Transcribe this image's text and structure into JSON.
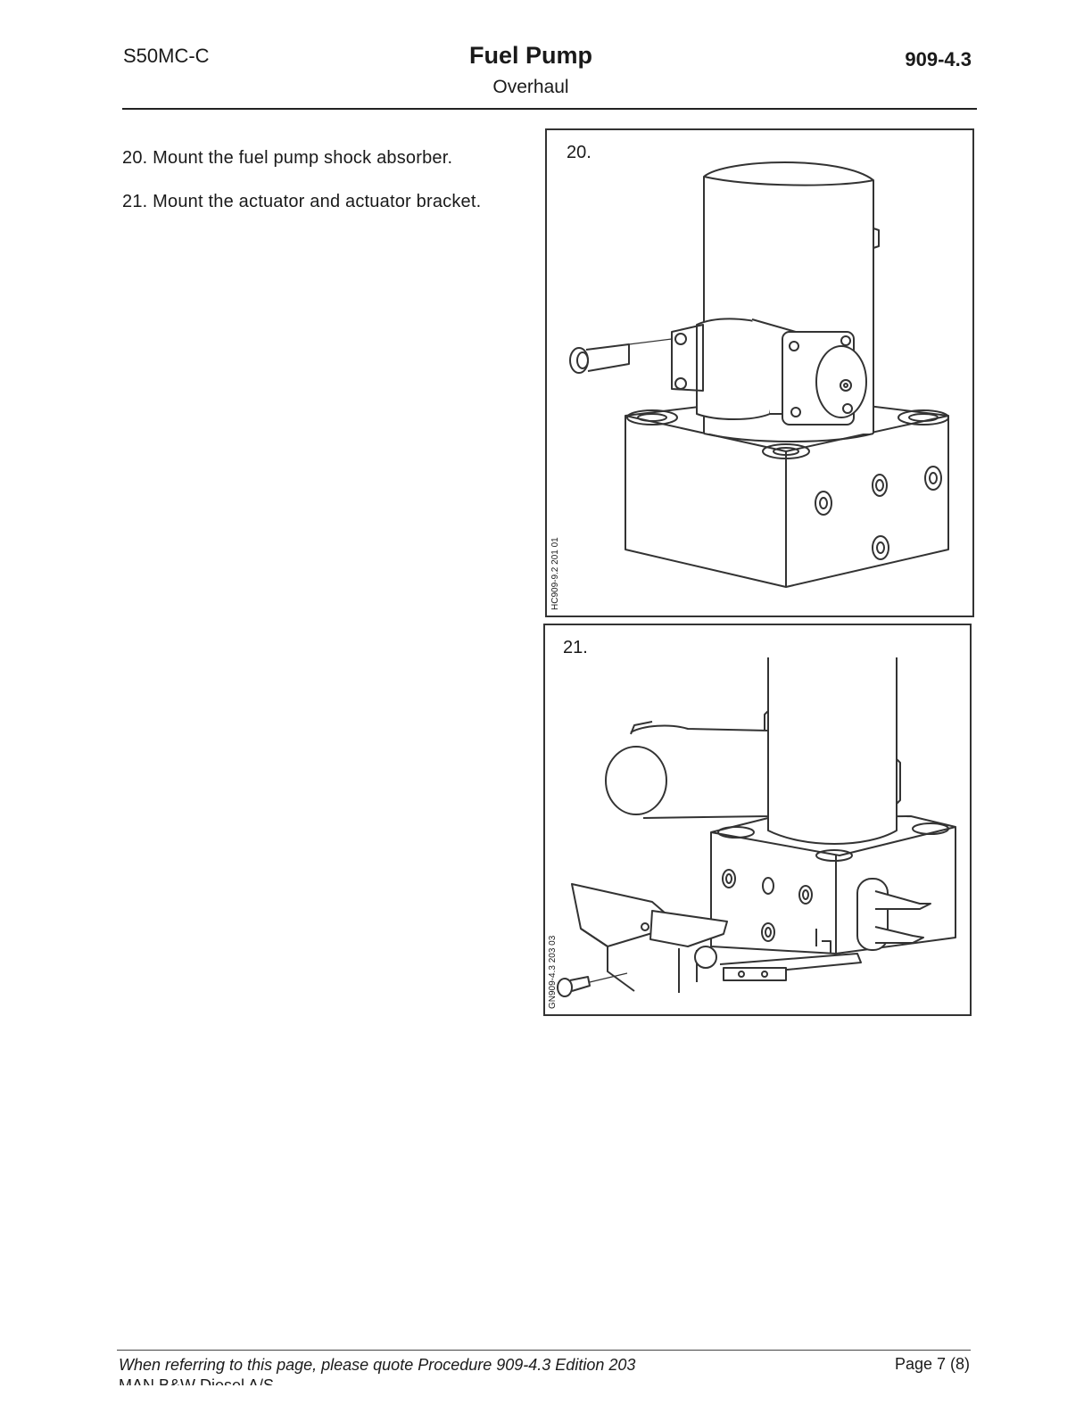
{
  "header": {
    "engine_type": "S50MC-C",
    "title": "Fuel Pump",
    "subtitle": "Overhaul",
    "procedure_number": "909-4.3"
  },
  "steps": [
    {
      "number": "20.",
      "text": "Mount the fuel pump shock absorber."
    },
    {
      "number": "21.",
      "text": "Mount the actuator and actuator bracket."
    }
  ],
  "figures": [
    {
      "label": "20.",
      "code": "HC909-9.2 201 01"
    },
    {
      "label": "21.",
      "code": "GN909-4.3 203 03"
    }
  ],
  "footer": {
    "note": "When referring to this page, please quote Procedure 909-4.3 Edition 203",
    "page": "Page 7 (8)",
    "company": "MAN B&W Diesel A/S"
  }
}
